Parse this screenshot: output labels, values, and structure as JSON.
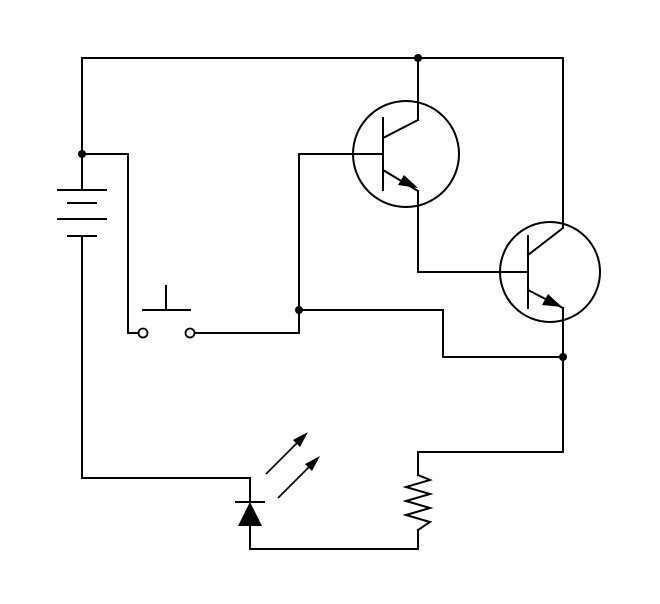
{
  "diagram": {
    "kind": "circuit-schematic",
    "ink_color": "#000000",
    "background_color": "#ffffff",
    "components": [
      {
        "name": "battery",
        "icon": "battery-icon"
      },
      {
        "name": "push-button-switch",
        "icon": "push-switch-icon"
      },
      {
        "name": "transistor-q1",
        "icon": "npn-transistor-icon"
      },
      {
        "name": "transistor-q2",
        "icon": "npn-transistor-icon"
      },
      {
        "name": "light-emitting-diode",
        "icon": "led-icon"
      },
      {
        "name": "resistor",
        "icon": "resistor-icon"
      }
    ]
  }
}
